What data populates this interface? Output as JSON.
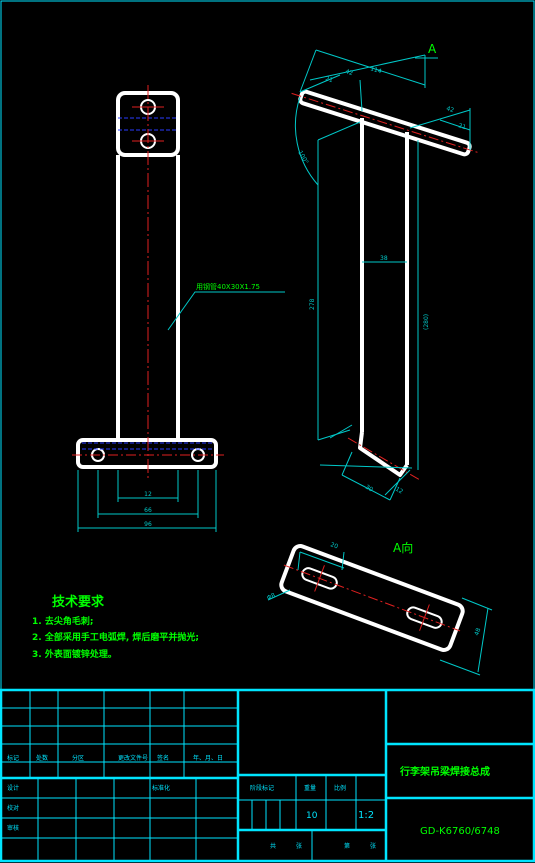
{
  "view_label": "A",
  "view_a_label": "A向",
  "tube_spec": "用钢管40X30X1.75",
  "dims": {
    "front_inner": "12",
    "front_mid": "66",
    "front_outer": "96",
    "top_left_21": "21",
    "top_left_42": "42",
    "top_total": "114",
    "top_right_42": "42",
    "top_right_21": "21",
    "angle": "100°",
    "width_38": "38",
    "height_278": "278",
    "height_280": "(280)",
    "bottom_30": "30",
    "bottom_12": "12",
    "plate_20": "20",
    "plate_48": "48",
    "plate_side": "Φ8"
  },
  "tech": {
    "title": "技术要求",
    "items": [
      "1. 去尖角毛刺;",
      "2. 全部采用手工电弧焊, 焊后磨平并抛光;",
      "3. 外表面镀锌处理。"
    ]
  },
  "title_block": {
    "drawing_title": "行李架吊梁焊接总成",
    "drawing_number": "GD-K6760/6748",
    "scale": "1:2",
    "quantity": "10",
    "labels": {
      "biaoji": "标记",
      "chushu": "处数",
      "fenqu": "分区",
      "gengai": "更改文件号",
      "qianming": "签名",
      "riqi": "年、月、日",
      "sheji": "设计",
      "biaozhunhua": "标准化",
      "jiaodui": "校对",
      "shenhe": "审核",
      "jieduan": "阶段标记",
      "zhongliang": "重量",
      "bili": "比例",
      "gongye": "共",
      "zhang": "张",
      "di": "第",
      "zhang2": "张"
    }
  },
  "colors": {
    "outline": "#ffffff",
    "dimension": "#00c8c8",
    "centerline": "#e02020",
    "hidden": "#2a3cff",
    "text": "#00ff00",
    "title_block": "#00e5ff"
  }
}
